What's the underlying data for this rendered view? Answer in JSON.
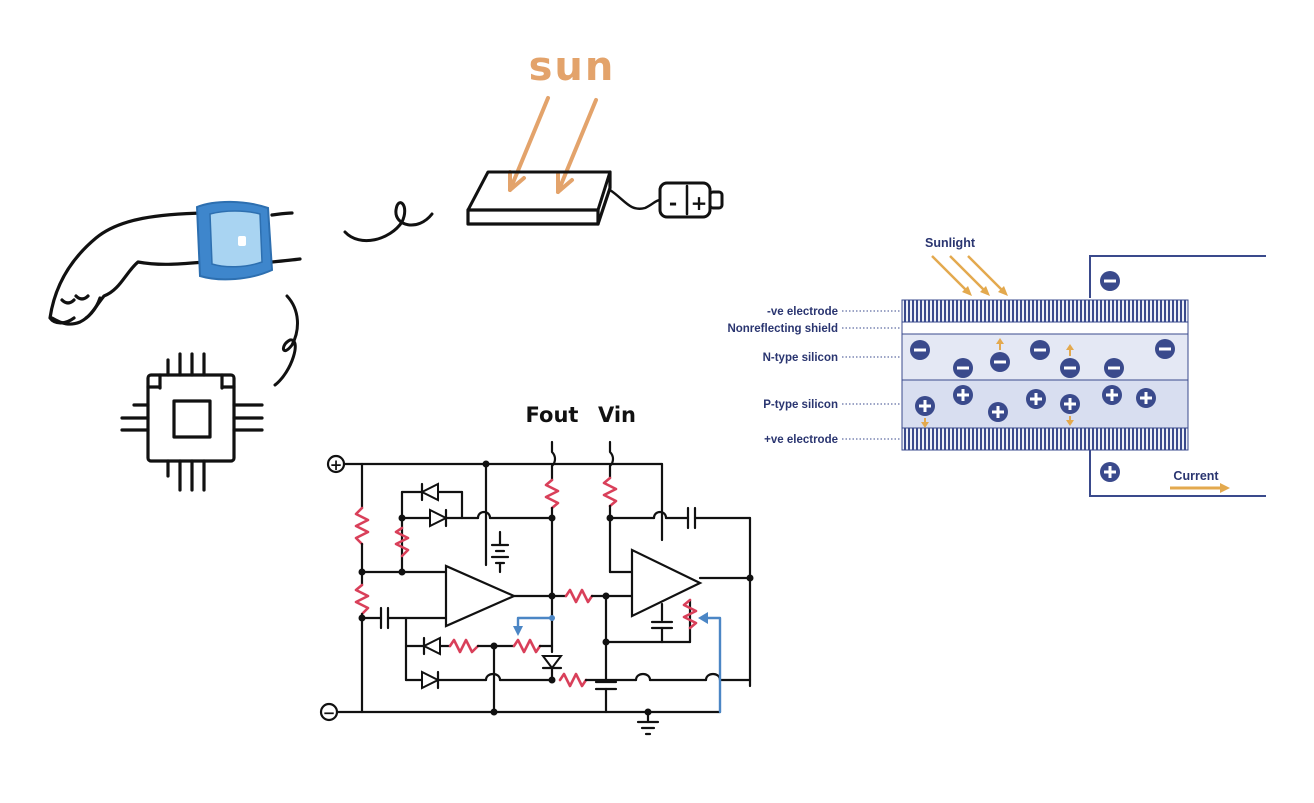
{
  "sketch": {
    "sun_label": "sun"
  },
  "circuit": {
    "fout_label": "Fout",
    "vin_label": "Vin",
    "plus_terminal": "+",
    "minus_terminal": "−"
  },
  "solar_cell": {
    "sunlight_label": "Sunlight",
    "current_label": "Current",
    "layers": [
      "-ve electrode",
      "Nonreflecting shield",
      "N-type silicon",
      "P-type silicon",
      "+ve electrode"
    ],
    "colors": {
      "navy": "#3a4a8c",
      "light_band": "#dde3f3",
      "arrow": "#e3a94e"
    }
  },
  "icons": {
    "battery_minus": "-",
    "battery_plus": "+"
  }
}
